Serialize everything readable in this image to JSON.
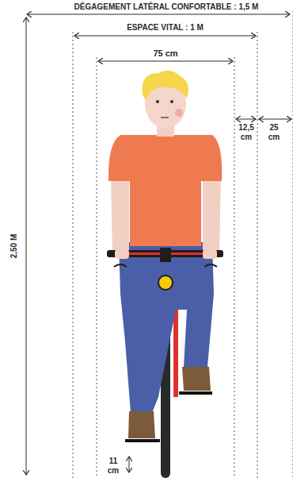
{
  "diagram": {
    "labels": [
      "DÉGAGEMENT LATÉRAL CONFORTABLE : 1,5 M",
      "ESPACE VITAL : 1 M",
      "75 cm",
      "12,5 cm",
      "25 cm",
      "2,50 M",
      "11 cm"
    ]
  }
}
